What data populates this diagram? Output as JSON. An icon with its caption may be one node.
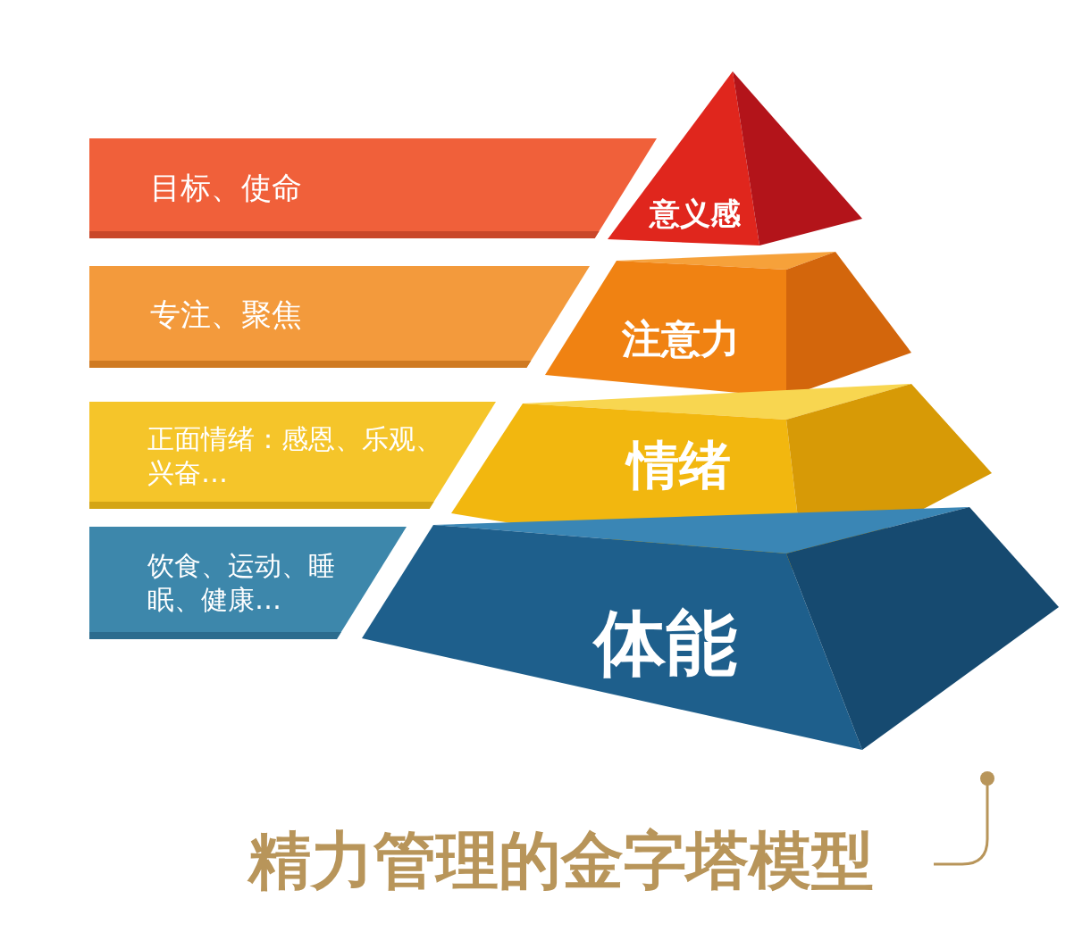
{
  "diagram": {
    "caption": "精力管理的金字塔模型",
    "nodes": [
      {
        "text": [
          "目标、使命"
        ]
      },
      {
        "text": [
          "意义感"
        ]
      },
      {
        "text": [
          "专注、聚焦"
        ]
      },
      {
        "text": [
          "注意力"
        ]
      },
      {
        "text": [
          "正面情绪：感恩、乐观、兴奋…"
        ]
      },
      {
        "text": [
          "情绪"
        ]
      },
      {
        "text": [
          "饮食、运动、睡眠、健康…"
        ]
      },
      {
        "text": [
          "体能"
        ]
      }
    ],
    "edges": []
  }
}
